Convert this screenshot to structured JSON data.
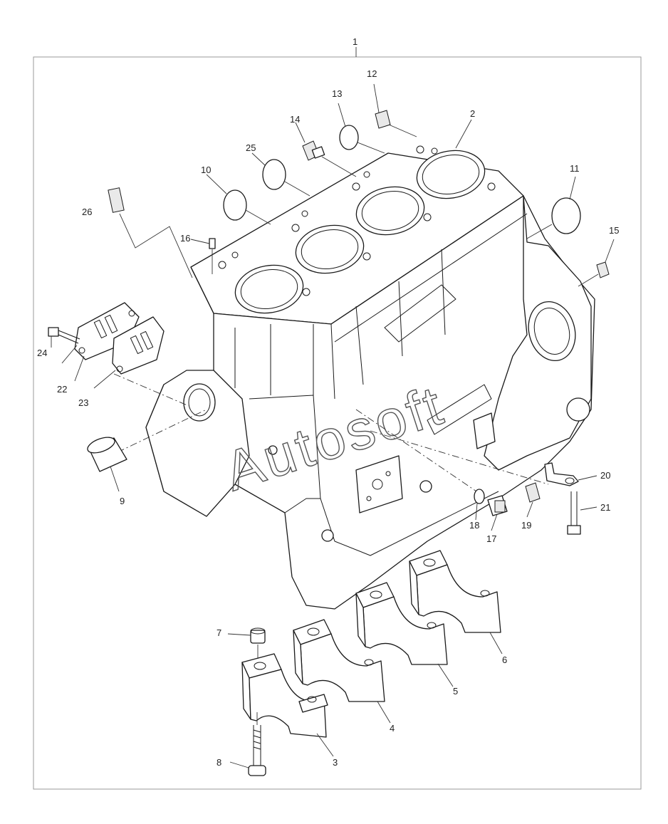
{
  "callouts": [
    "1",
    "2",
    "3",
    "4",
    "5",
    "6",
    "7",
    "8",
    "9",
    "10",
    "11",
    "12",
    "13",
    "14",
    "15",
    "16",
    "17",
    "18",
    "19",
    "20",
    "21",
    "22",
    "23",
    "24",
    "25",
    "26"
  ],
  "watermark": "Autosoft"
}
